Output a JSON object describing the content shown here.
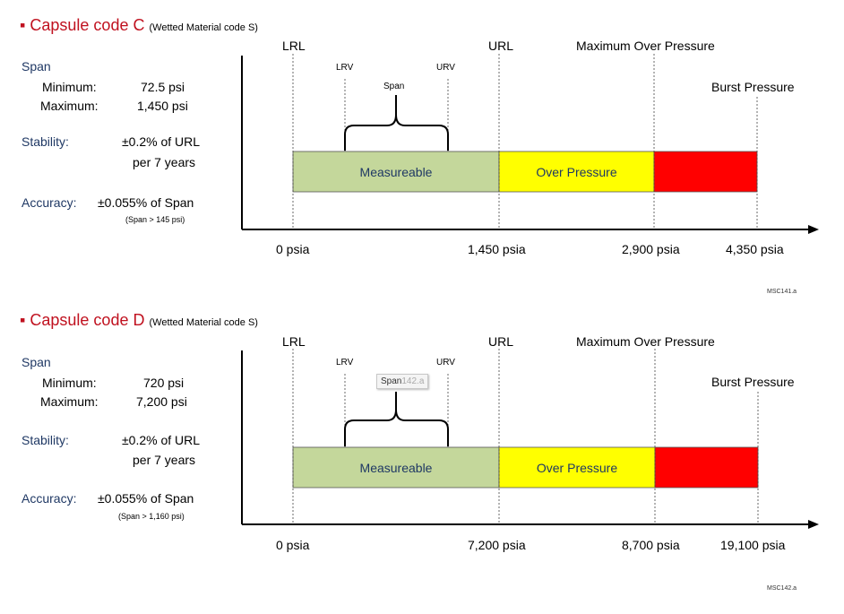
{
  "sections": [
    {
      "title": "Capsule code C",
      "title_sub": "(Wetted Material code S)",
      "span_label": "Span",
      "min_label": "Minimum:",
      "min_value": "72.5 psi",
      "max_label": "Maximum:",
      "max_value": "1,450 psi",
      "stability_label": "Stability:",
      "stability_line1": "±0.2% of URL",
      "stability_line2": "per 7 years",
      "accuracy_label": "Accuracy:",
      "accuracy_value": "±0.055% of Span",
      "accuracy_note": "(Span > 145 psi)",
      "lrl": "LRL",
      "url": "URL",
      "max_over": "Maximum Over Pressure",
      "burst": "Burst Pressure",
      "lrv": "LRV",
      "urv": "URV",
      "span_brace": "Span",
      "measureable": "Measureable",
      "over_pressure": "Over Pressure",
      "ticks": [
        "0 psia",
        "1,450 psia",
        "2,900 psia",
        "4,350 psia"
      ],
      "stamp": "MSC141.a"
    },
    {
      "title": "Capsule code D",
      "title_sub": "(Wetted Material code S)",
      "span_label": "Span",
      "min_label": "Minimum:",
      "min_value": "720 psi",
      "max_label": "Maximum:",
      "max_value": "7,200 psi",
      "stability_label": "Stability:",
      "stability_line1": "±0.2% of URL",
      "stability_line2": "per 7 years",
      "accuracy_label": "Accuracy:",
      "accuracy_value": "±0.055% of Span",
      "accuracy_note": "(Span > 1,160 psi)",
      "lrl": "LRL",
      "url": "URL",
      "max_over": "Maximum Over Pressure",
      "burst": "Burst Pressure",
      "lrv": "LRV",
      "urv": "URV",
      "span_brace": "Span",
      "tooltip": "142.a",
      "measureable": "Measureable",
      "over_pressure": "Over Pressure",
      "ticks": [
        "0 psia",
        "7,200 psia",
        "8,700 psia",
        "19,100 psia"
      ],
      "stamp": "MSC142.a"
    }
  ],
  "colors": {
    "title": "#c0111f",
    "label_blue": "#1f3864",
    "measureable": "#c4d79b",
    "over_pressure": "#ffff00",
    "burst": "#ff0000"
  }
}
